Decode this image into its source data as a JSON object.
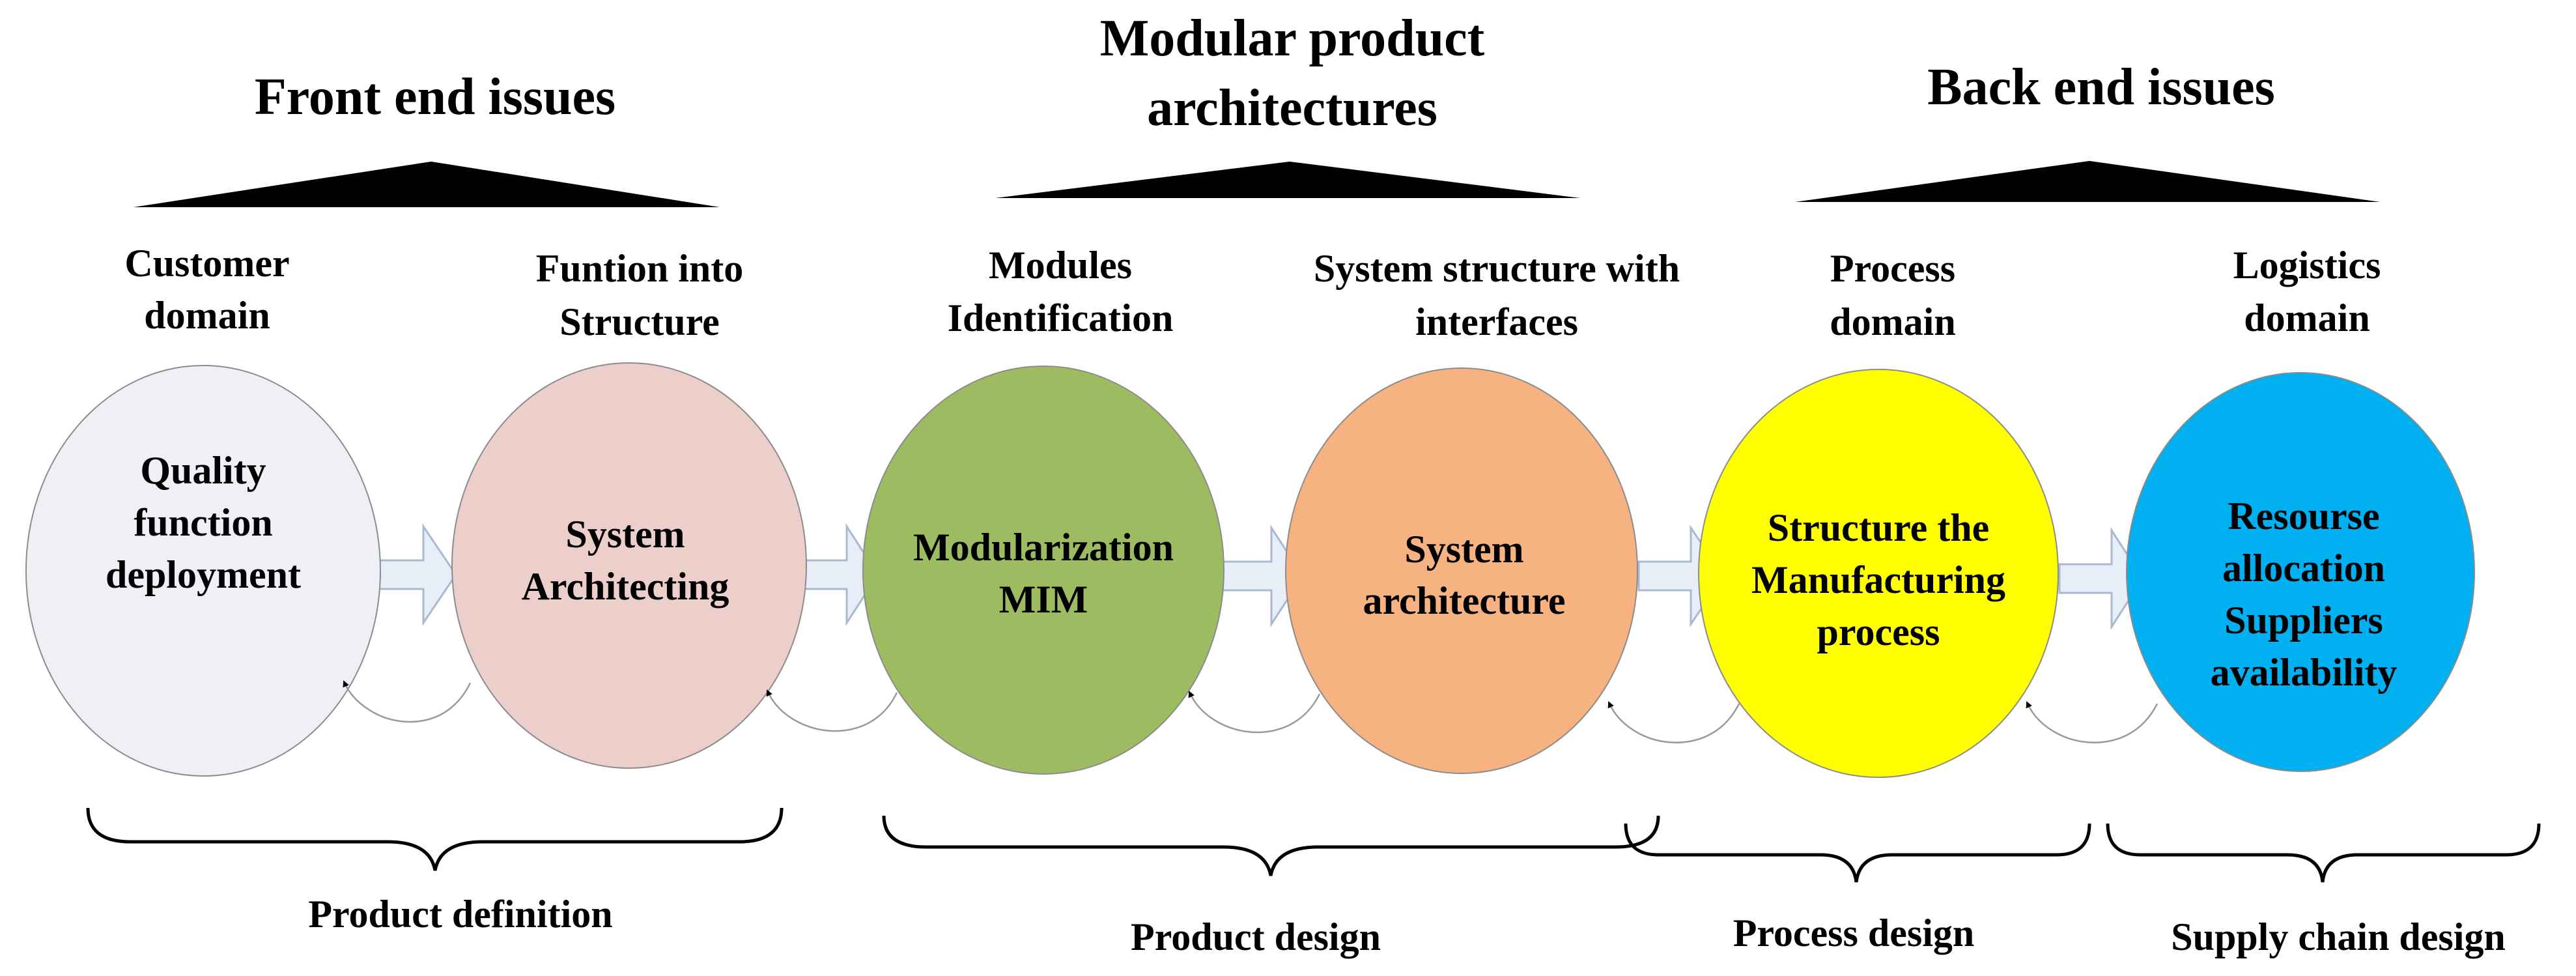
{
  "headers": [
    {
      "lines": [
        "Front end issues"
      ]
    },
    {
      "lines": [
        "Modular product",
        "architectures"
      ]
    },
    {
      "lines": [
        "Back end issues"
      ]
    }
  ],
  "stages": [
    {
      "domain": [
        "Customer",
        "domain"
      ],
      "label": [
        "Quality",
        "function",
        "deployment"
      ],
      "fill": "#eef0f6"
    },
    {
      "domain": [
        "Funtion into",
        "Structure"
      ],
      "label": [
        "System",
        "Architecting"
      ],
      "fill": "#eccfcb"
    },
    {
      "domain": [
        "Modules",
        "Identification"
      ],
      "label": [
        "Modularization",
        "MIM"
      ],
      "fill": "#9dbb60"
    },
    {
      "domain": [
        "System structure with",
        "interfaces"
      ],
      "label": [
        "System",
        "architecture"
      ],
      "fill": "#f6b381"
    },
    {
      "domain": [
        "Process",
        "domain"
      ],
      "label": [
        "Structure the",
        "Manufacturing",
        "process"
      ],
      "fill": "#ffff00"
    },
    {
      "domain": [
        "Logistics",
        "domain"
      ],
      "label": [
        "Resourse",
        "allocation",
        "Suppliers",
        "availability"
      ],
      "fill": "#00b0f0"
    }
  ],
  "phases": [
    {
      "label": "Product definition"
    },
    {
      "label": "Product design"
    },
    {
      "label": "Process design"
    },
    {
      "label": "Supply chain design"
    }
  ],
  "colors": {
    "text": "#000000",
    "arrow_fill": "#e8eef8",
    "arrow_stroke": "#a9b9cf",
    "circle_stroke": "#8c8c8c"
  }
}
